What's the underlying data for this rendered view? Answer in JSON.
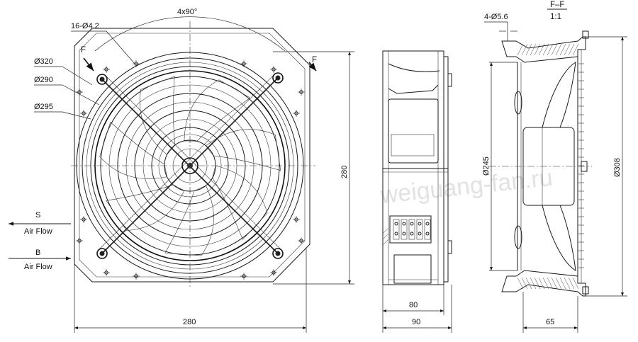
{
  "front_view": {
    "top_label": "4x90°",
    "hole_label": "16-Ø4.2",
    "dia_1": "Ø320",
    "dia_2": "Ø290",
    "dia_3": "Ø295",
    "section_mark_left": "F",
    "section_mark_right": "F",
    "height_dim": "280",
    "width_dim": "280"
  },
  "airflow": {
    "s_letter": "S",
    "s_label": "Air Flow",
    "b_letter": "B",
    "b_label": "Air Flow"
  },
  "side_view": {
    "dim_inner": "80",
    "dim_outer": "90"
  },
  "section_view": {
    "title": "F–F",
    "scale": "1:1",
    "hole_label": "4-Ø5.6",
    "dia_inner": "Ø245",
    "dia_outer": "Ø308",
    "depth_dim": "65"
  },
  "watermark": "weiguang-fan.ru",
  "colors": {
    "line": "#1a1a1a",
    "watermark": "#e2e2e2"
  }
}
